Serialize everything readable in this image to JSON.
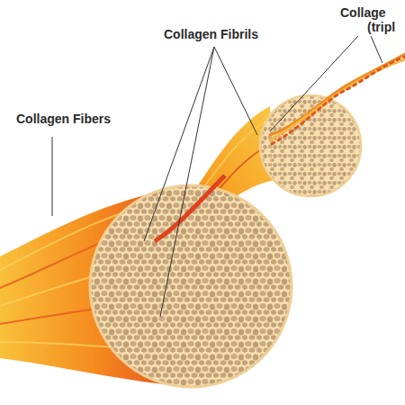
{
  "diagram": {
    "labels": [
      "Collagen Fibrils",
      "Collagen Fibers",
      "Collage",
      "(tripl"
    ]
  }
}
